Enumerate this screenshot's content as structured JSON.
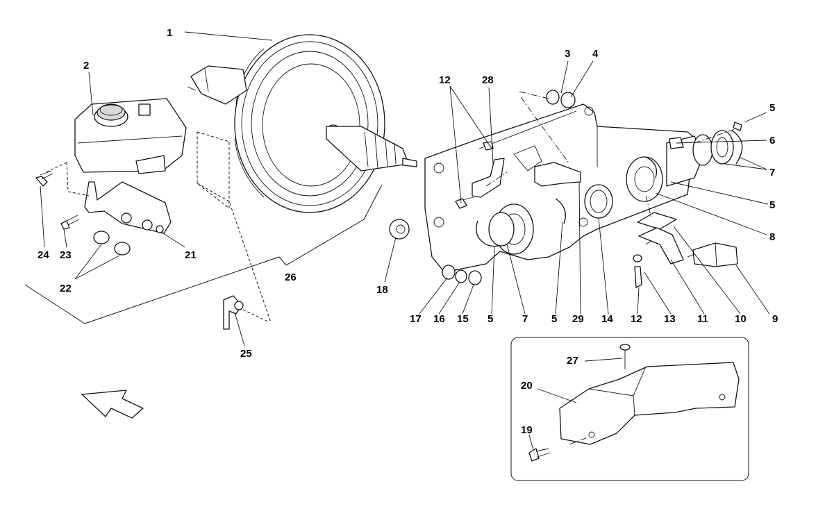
{
  "diagram": {
    "labels": [
      {
        "id": "l1",
        "text": "1"
      },
      {
        "id": "l2",
        "text": "2"
      },
      {
        "id": "l3",
        "text": "3"
      },
      {
        "id": "l4",
        "text": "4"
      },
      {
        "id": "l5a",
        "text": "5"
      },
      {
        "id": "l6",
        "text": "6"
      },
      {
        "id": "l7a",
        "text": "7"
      },
      {
        "id": "l5b",
        "text": "5"
      },
      {
        "id": "l8",
        "text": "8"
      },
      {
        "id": "l9",
        "text": "9"
      },
      {
        "id": "l10",
        "text": "10"
      },
      {
        "id": "l11",
        "text": "11"
      },
      {
        "id": "l13",
        "text": "13"
      },
      {
        "id": "l12a",
        "text": "12"
      },
      {
        "id": "l14",
        "text": "14"
      },
      {
        "id": "l29",
        "text": "29"
      },
      {
        "id": "l5c",
        "text": "5"
      },
      {
        "id": "l7b",
        "text": "7"
      },
      {
        "id": "l5d",
        "text": "5"
      },
      {
        "id": "l15",
        "text": "15"
      },
      {
        "id": "l16",
        "text": "16"
      },
      {
        "id": "l17",
        "text": "17"
      },
      {
        "id": "l18",
        "text": "18"
      },
      {
        "id": "l12b",
        "text": "12"
      },
      {
        "id": "l28",
        "text": "28"
      },
      {
        "id": "l26",
        "text": "26"
      },
      {
        "id": "l21",
        "text": "21"
      },
      {
        "id": "l22",
        "text": "22"
      },
      {
        "id": "l23",
        "text": "23"
      },
      {
        "id": "l24",
        "text": "24"
      },
      {
        "id": "l25",
        "text": "25"
      },
      {
        "id": "l27",
        "text": "27"
      },
      {
        "id": "l20",
        "text": "20"
      },
      {
        "id": "l19",
        "text": "19"
      }
    ]
  }
}
